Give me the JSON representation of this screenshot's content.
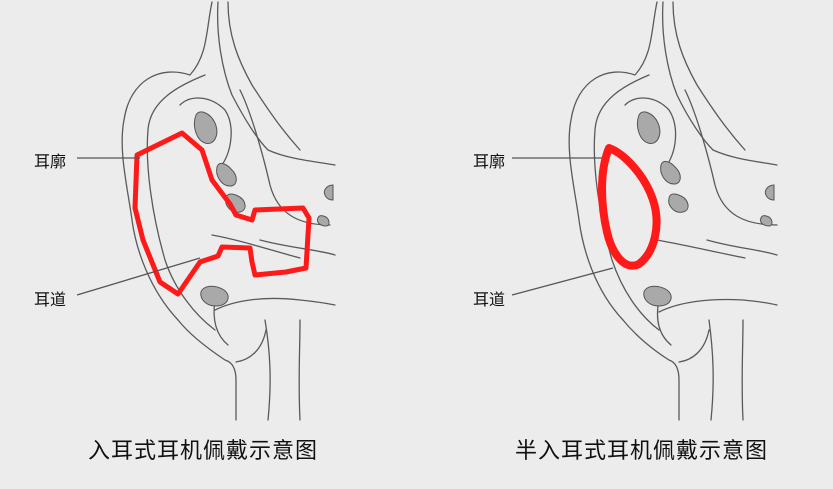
{
  "left_panel": {
    "caption": "入耳式耳机佩戴示意图",
    "labels": {
      "auricle": "耳廓",
      "ear_canal": "耳道"
    }
  },
  "right_panel": {
    "caption": "半入耳式耳机佩戴示意图",
    "labels": {
      "auricle": "耳廓",
      "ear_canal": "耳道"
    }
  },
  "colors": {
    "highlight": "#ff1a1a",
    "line": "#555555",
    "background": "#ececec"
  }
}
